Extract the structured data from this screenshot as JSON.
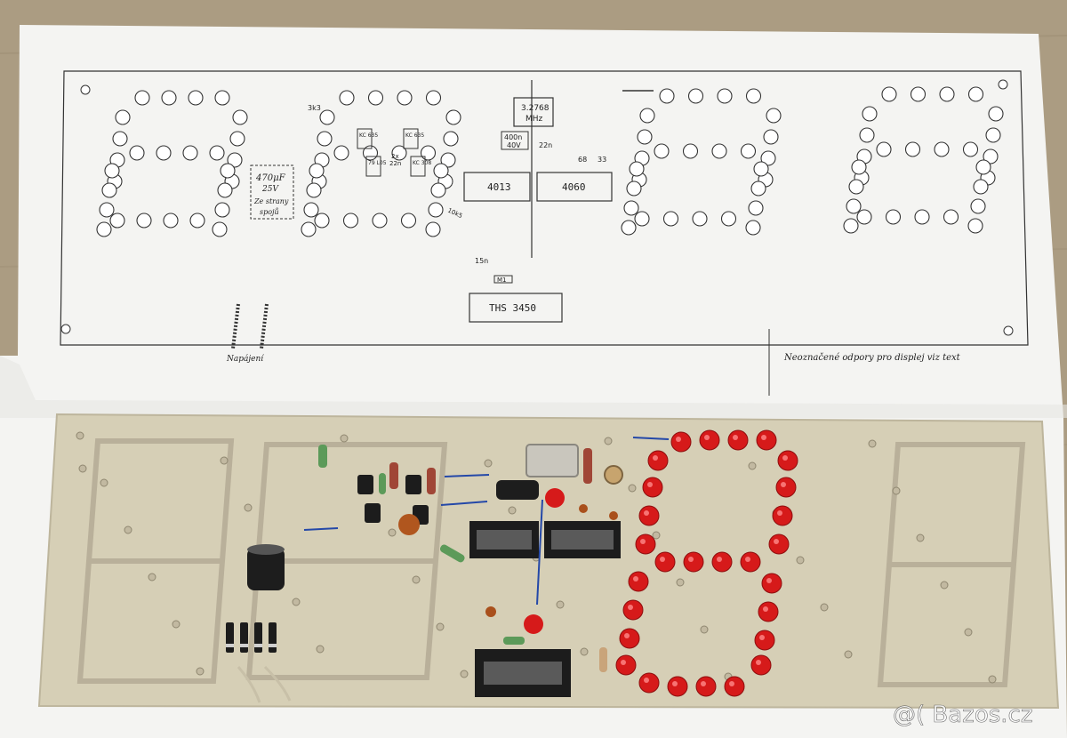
{
  "photo": {
    "description_free": true,
    "watermark": "@( Bazos.cz"
  },
  "schematic": {
    "chips": [
      "4013",
      "4060",
      "THS 3450"
    ],
    "crystal_label_1": "3.2768",
    "crystal_label_2": "MHz",
    "cap_400n_1": "400n",
    "cap_400n_2": "40V",
    "electrolytic_1": "470μF",
    "electrolytic_2": "25V",
    "electrolytic_3": "Ze strany",
    "electrolytic_4": "spojů",
    "resistor_3k3": "3k3",
    "cap_22n": "22n",
    "cap_2x22n_1": "2x",
    "cap_2x22n_2": "22n",
    "value_68": "68",
    "value_33": "33",
    "value_15n": "15n",
    "label_m1": "M1",
    "label_10k5": "10k5",
    "transistors": [
      "KC 635",
      "KC 635",
      "KC 308"
    ],
    "regulator": "79 L05",
    "label_power": "Napájení",
    "label_note": "Neoznačené odpory pro displej viz text"
  },
  "colors": {
    "led_red": "#d61a1a",
    "pcb": "#d9d2ba",
    "trace": "#b8af98"
  }
}
